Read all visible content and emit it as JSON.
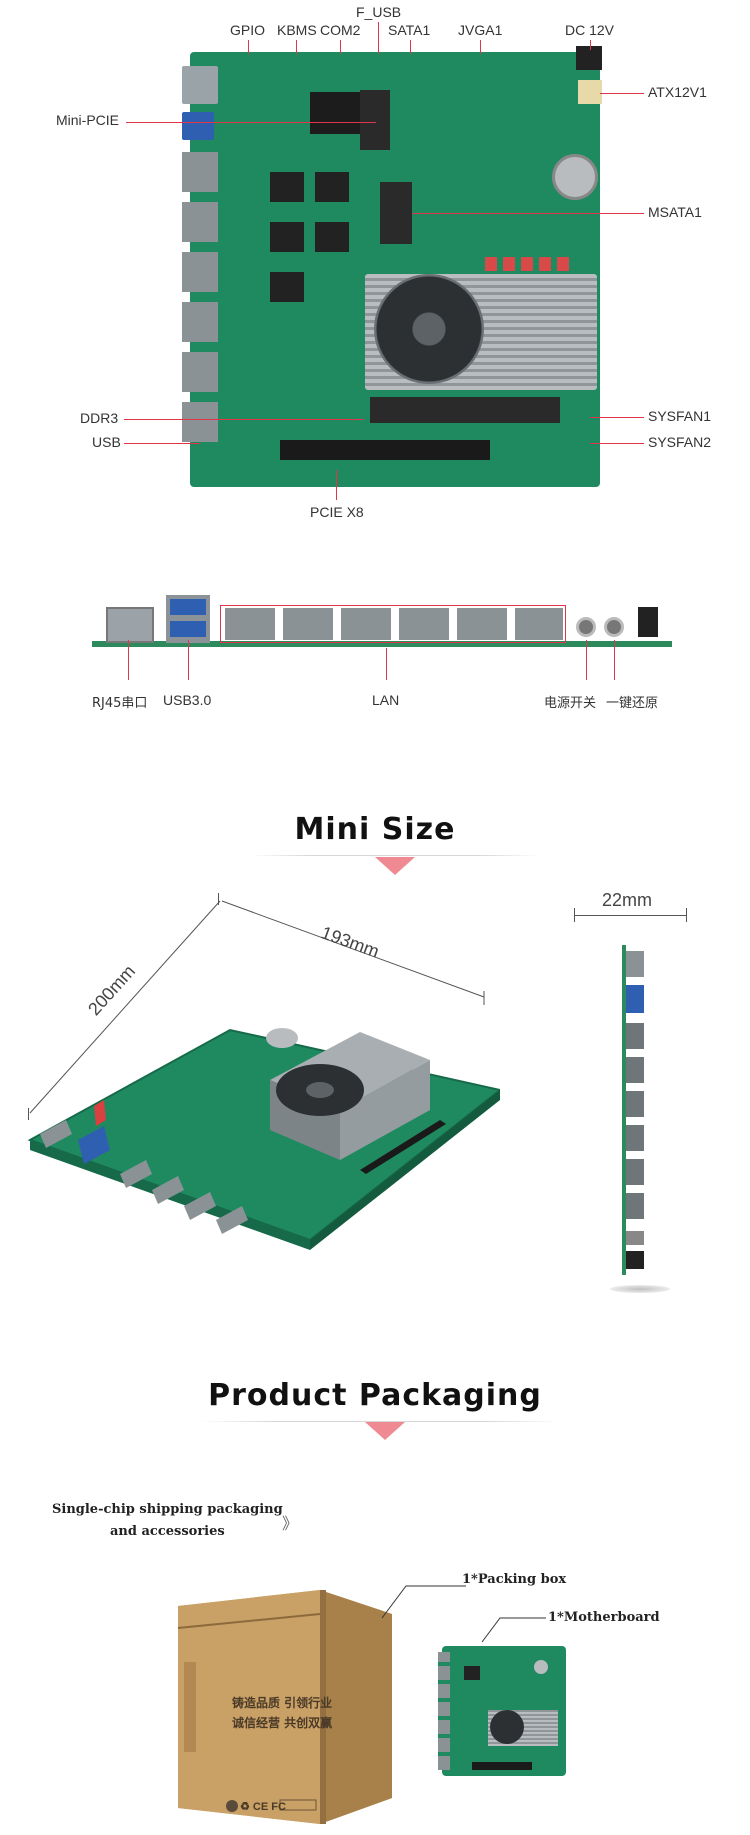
{
  "top_board_labels": {
    "gpio": "GPIO",
    "kbms": "KBMS",
    "com2": "COM2",
    "f_usb": "F_USB",
    "sata1": "SATA1",
    "jvga1": "JVGA1",
    "dc12v": "DC 12V",
    "atx12v1": "ATX12V1",
    "mini_pcie": "Mini-PCIE",
    "msata1": "MSATA1",
    "ddr3": "DDR3",
    "usb": "USB",
    "sysfan1": "SYSFAN1",
    "sysfan2": "SYSFAN2",
    "pcie_x8": "PCIE X8"
  },
  "io_labels": {
    "rj45": "RJ45串口",
    "usb30": "USB3.0",
    "lan": "LAN",
    "power_switch": "电源开关",
    "reset": "一键还原"
  },
  "mini_size": {
    "title": "Mini Size",
    "width": "193mm",
    "length": "200mm",
    "height": "22mm"
  },
  "packaging": {
    "title": "Product Packaging",
    "intro_line1": "Single-chip shipping packaging",
    "intro_line2": "and accessories",
    "chevron": "》",
    "packing_box": "1*Packing box",
    "motherboard": "1*Motherboard",
    "box_text_line1": "铸造品质  引领行业",
    "box_text_line2": "诚信经营  共创双赢",
    "box_marks": "♻ CE FC"
  },
  "colors": {
    "pcb": "#1f8a60",
    "label_line": "#e0354a",
    "triangle": "#f08a92",
    "box": "#c59a5e"
  }
}
